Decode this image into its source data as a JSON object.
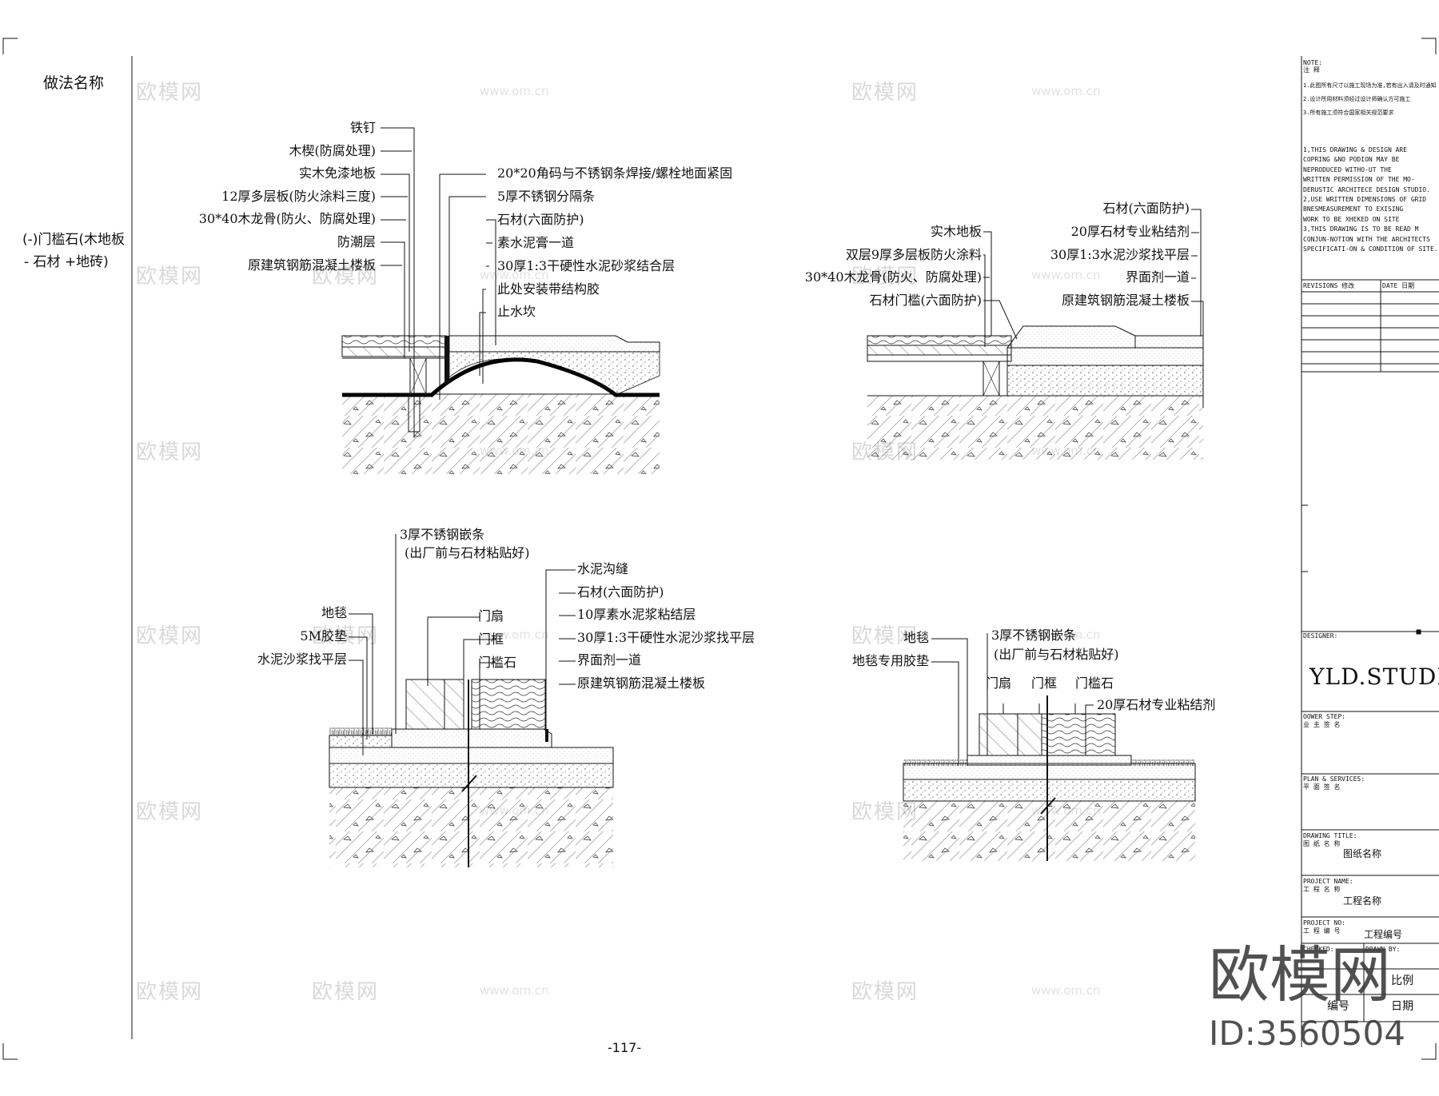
{
  "sheet": {
    "method_header": "做法名称",
    "method_name_line1": "(-)门槛石(木地板",
    "method_name_line2": "- 石材 +地砖)",
    "page_number": "-117-"
  },
  "detail_a": {
    "labels_left": [
      "铁钉",
      "木楔(防腐处理)",
      "实木免漆地板",
      "12厚多层板(防火涂料三度)",
      "30*40木龙骨(防火、防腐处理)",
      "防潮层",
      "原建筑钢筋混凝土楼板"
    ],
    "labels_right": [
      "20*20角码与不锈钢条焊接/螺栓地面紧固",
      "5厚不锈钢分隔条",
      "石材(六面防护)",
      "素水泥膏一道",
      "30厚1:3干硬性水泥砂浆结合层",
      "此处安装带结构胶",
      "止水坎"
    ]
  },
  "detail_b": {
    "labels_left": [
      "实木地板",
      "双层9厚多层板防火涂料",
      "30*40木龙骨(防火、防腐处理)",
      "石材门槛(六面防护)"
    ],
    "labels_right": [
      "石材(六面防护)",
      "20厚石材专业粘结剂",
      "30厚1:3水泥沙浆找平层",
      "界面剂一道",
      "原建筑钢筋混凝土楼板"
    ]
  },
  "detail_c": {
    "top_label_1": "3厚不锈钢嵌条",
    "top_label_2": "(出厂前与石材粘贴好)",
    "labels_left": [
      "地毯",
      "5M胶垫",
      "水泥沙浆找平层"
    ],
    "labels_mid": [
      "门扇",
      "门框",
      "门槛石"
    ],
    "labels_right": [
      "水泥沟缝",
      "石材(六面防护)",
      "10厚素水泥浆粘结层",
      "30厚1:3干硬性水泥沙浆找平层",
      "界面剂一道",
      "原建筑钢筋混凝土楼板"
    ]
  },
  "detail_d": {
    "labels_left": [
      "地毯",
      "地毯专用胶垫"
    ],
    "top_label_1": "3厚不锈钢嵌条",
    "top_label_2": "(出厂前与石材粘贴好)",
    "labels_mid": [
      "门扇",
      "门框",
      "门槛石"
    ],
    "label_right": "20厚石材专业粘结剂"
  },
  "title_block": {
    "note_header": "NOTE:",
    "note_cn": "注 释",
    "notes_cn": [
      "1.此图所有尺寸以施工现场为准,若有出入请及时通知",
      "2.设计所用材料须经过设计师确认方可施工",
      "3.所有施工须符合国家相关规范要求"
    ],
    "notes_en": [
      "1,THIS DRAWING & DESIGN ARE",
      "COPRING &NO PODION MAY BE",
      "NEPRODUCED WITHO-UT THE",
      "WRITTEN PERMISSION OF THE MO-",
      "DERUSTIC ARCHITECE DESIGN STUDIO.",
      "2,USE WRITTEN DIMENSIONS OF GRID",
      "BNESMEASUREMENT TO EXISING",
      "WORK TO BE XHEKED ON SITE",
      "3,THIS DRAWING IS TO BE READ M",
      "CONJUN-NOTION WITH THE ARCHITECTS",
      "SPECIFICATI-ON & CONDITION OF SITE."
    ],
    "revisions_label": "REVISIONS 修改",
    "date_label": "DATE 日期",
    "designer_label": "DESIGNER:",
    "studio": "YLD.STUDIO",
    "owner_label": "OOWER STEP:",
    "owner_cn": "业 主 签 名",
    "plan_label": "PLAN & SERVICES:",
    "plan_cn": "平 面 签 名",
    "drawing_title_label": "DRAWING TITLE:",
    "drawing_title_cn": "图 纸 名 称",
    "drawing_title_value": "图纸名称",
    "project_name_label": "PROJECT NAME:",
    "project_name_cn": "工 程 名 称",
    "project_name_value": "工程名称",
    "project_no_label": "PROJECT NO:",
    "project_no_cn": "工 程 编 号",
    "project_no_value": "工程编号",
    "checked_label": "CHECKED:",
    "drawn_label": "DRAWN BY:",
    "scale_value": "比例",
    "number_value": "编号",
    "date_value": "日期"
  },
  "watermark": {
    "brand": "欧模网",
    "url": "www.om.cn",
    "big": "欧模网",
    "id": "ID:3560504"
  }
}
